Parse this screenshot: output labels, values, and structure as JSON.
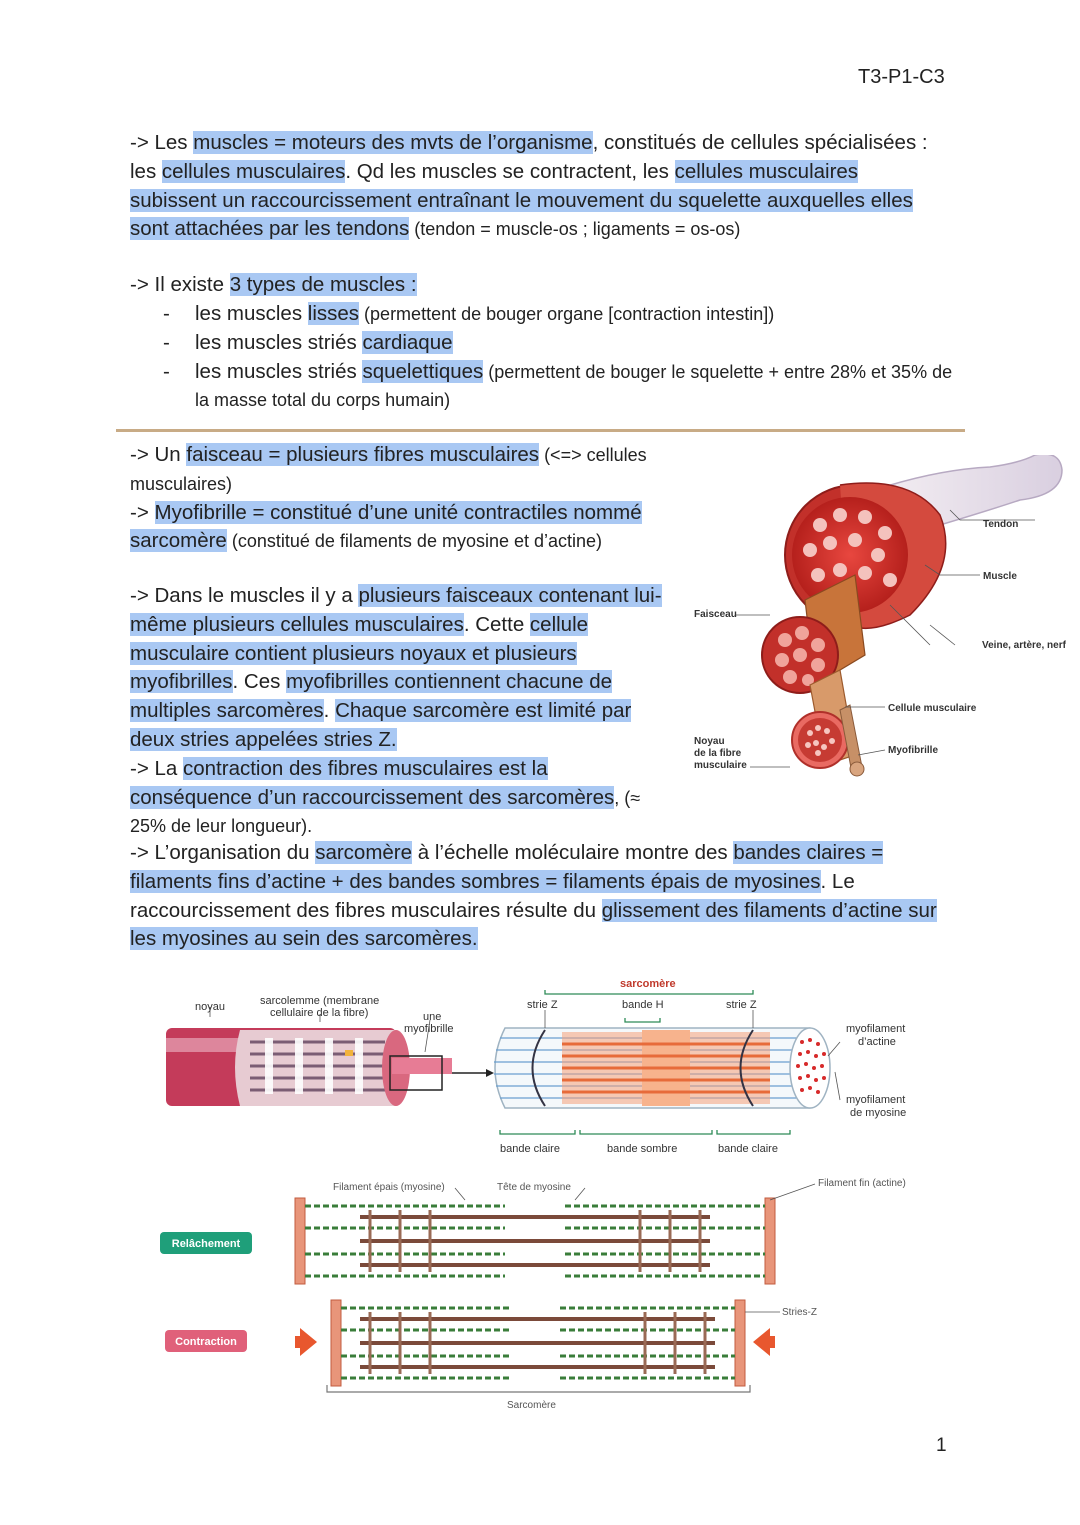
{
  "header": {
    "ref": "T3-P1-C3",
    "page": "1"
  },
  "intro": {
    "p1_a": "-> Les ",
    "p1_hl1": "muscles = moteurs des mvts de l’organisme",
    "p1_b": ", constitués de cellules spécialisées : les ",
    "p1_hl2": "cellules musculaires",
    "p1_c": ". Qd les muscles se contractent, les ",
    "p1_hl3": "cellules musculaires subissent un raccourcissement entraînant le mouvement du squelette auxquelles elles sont attachées par les tendons",
    "p1_d": " (tendon = muscle-os ; ligaments = os-os)",
    "p2_a": "-> Il existe ",
    "p2_hl": "3 types de muscles :",
    "types": [
      {
        "a": "les muscles ",
        "hl": "lisses",
        "b": " (permettent de bouger organe [contraction intestin])"
      },
      {
        "a": "les muscles striés ",
        "hl": "cardiaque",
        "b": ""
      },
      {
        "a": "les muscles striés ",
        "hl": "squelettiques",
        "b": " (permettent de bouger le squelette + entre 28% et 35% de la masse total du corps humain)"
      }
    ]
  },
  "section2": {
    "f1_a": "-> Un ",
    "f1_hl": "faisceau = plusieurs fibres musculaires",
    "f1_b": " (<=> cellules musculaires)",
    "f2_a": "-> ",
    "f2_hl": "Myofibrille = constitué d’une unité contractiles nommé sarcomère",
    "f2_b": " (constitué de filaments de myosine et d’actine)",
    "f3_a": "-> Dans le muscles il y a ",
    "f3_hl1": "plusieurs faisceaux contenant lui-même plusieurs cellules musculaires",
    "f3_b": ". Cette ",
    "f3_hl2": "cellule musculaire contient plusieurs noyaux et plusieurs myofibrilles",
    "f3_c": ". Ces ",
    "f3_hl3": "myofibrilles contiennent chacune de multiples sarcomères",
    "f3_d": ". ",
    "f3_hl4": "Chaque sarcomère est limité par deux stries appelées stries Z.",
    "f4_a": "-> La ",
    "f4_hl": "contraction des fibres musculaires est la conséquence d’un raccourcissement des sarcomères",
    "f4_b": ", (≈ 25% de leur longueur).",
    "f5_a": "-> L’organisation du ",
    "f5_hl1": "sarcomère",
    "f5_b": " à l’échelle moléculaire montre des ",
    "f5_hl2": "bandes claires = filaments fins d’actine + des bandes sombres = filaments épais de myosines",
    "f5_c": ". Le raccourcissement des fibres musculaires résulte du ",
    "f5_hl3": "glissement des filaments d’actine sur les myosines au sein des sarcomères."
  },
  "fig_muscle": {
    "tendon": "Tendon",
    "muscle": "Muscle",
    "veine": "Veine, artère, nerf",
    "faisceau": "Faisceau",
    "cellule": "Cellule musculaire",
    "noyau_1": "Noyau",
    "noyau_2": "de la fibre",
    "noyau_3": "musculaire",
    "myofibrille": "Myofibrille"
  },
  "fig_sarcomere": {
    "noyau": "noyau",
    "sarcolemme_1": "sarcolemme (membrane",
    "sarcolemme_2": "cellulaire de la fibre)",
    "une_1": "une",
    "une_2": "myofibrille",
    "sarcomere": "sarcomère",
    "strie_z_left": "strie Z",
    "bande_h": "bande H",
    "strie_z_right": "strie Z",
    "myo_actine_1": "myofilament",
    "myo_actine_2": "d’actine",
    "myo_myosine_1": "myofilament",
    "myo_myosine_2": "de myosine",
    "bande_claire_left": "bande claire",
    "bande_sombre": "bande sombre",
    "bande_claire_right": "bande claire"
  },
  "fig_sliding": {
    "filament_epais": "Filament épais (myosine)",
    "tete": "Tête de myosine",
    "filament_fin": "Filament fin (actine)",
    "relachement": "Relâchement",
    "contraction": "Contraction",
    "stries_z": "Stries-Z",
    "sarcomere": "Sarcomère"
  }
}
